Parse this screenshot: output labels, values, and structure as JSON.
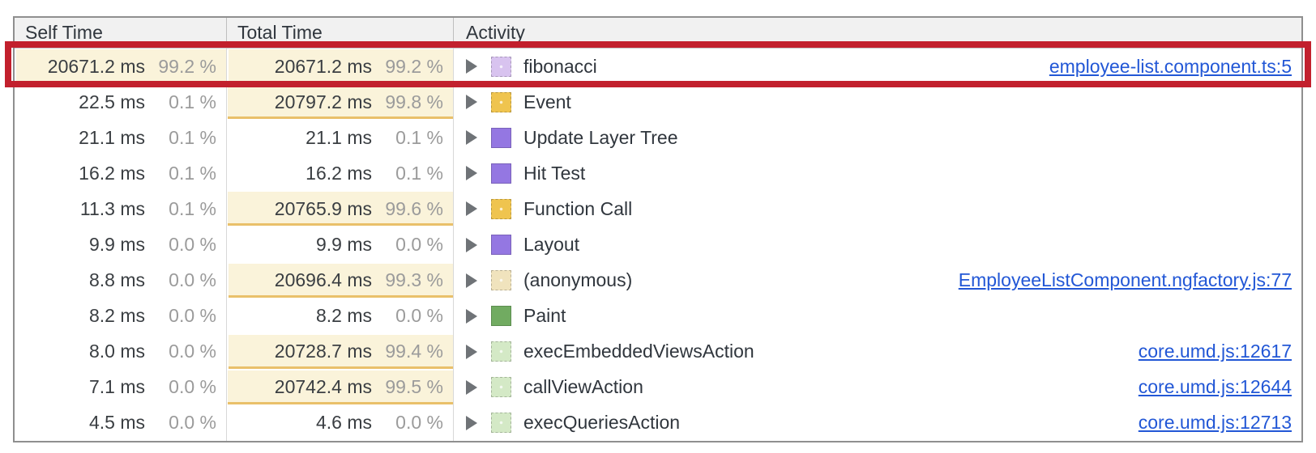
{
  "table": {
    "columns": [
      {
        "label": "Self Time"
      },
      {
        "label": "Total Time"
      },
      {
        "label": "Activity"
      }
    ],
    "rows": [
      {
        "self_ms": "20671.2 ms",
        "self_pct": "99.2 %",
        "self_heavy": true,
        "total_ms": "20671.2 ms",
        "total_pct": "99.2 %",
        "total_heavy": true,
        "activity": "fibonacci",
        "swatch": "js-light-purple",
        "swatch_style": "dotted",
        "link": "employee-list.component.ts:5",
        "highlighted": true
      },
      {
        "self_ms": "22.5 ms",
        "self_pct": "0.1 %",
        "self_heavy": false,
        "total_ms": "20797.2 ms",
        "total_pct": "99.8 %",
        "total_heavy": true,
        "activity": "Event",
        "swatch": "scripting-yellow",
        "swatch_style": "dotted",
        "link": null
      },
      {
        "self_ms": "21.1 ms",
        "self_pct": "0.1 %",
        "self_heavy": false,
        "total_ms": "21.1 ms",
        "total_pct": "0.1 %",
        "total_heavy": false,
        "activity": "Update Layer Tree",
        "swatch": "rendering-purple",
        "swatch_style": "solid",
        "link": null
      },
      {
        "self_ms": "16.2 ms",
        "self_pct": "0.1 %",
        "self_heavy": false,
        "total_ms": "16.2 ms",
        "total_pct": "0.1 %",
        "total_heavy": false,
        "activity": "Hit Test",
        "swatch": "rendering-purple",
        "swatch_style": "solid",
        "link": null
      },
      {
        "self_ms": "11.3 ms",
        "self_pct": "0.1 %",
        "self_heavy": false,
        "total_ms": "20765.9 ms",
        "total_pct": "99.6 %",
        "total_heavy": true,
        "activity": "Function Call",
        "swatch": "scripting-yellow",
        "swatch_style": "dotted",
        "link": null
      },
      {
        "self_ms": "9.9 ms",
        "self_pct": "0.0 %",
        "self_heavy": false,
        "total_ms": "9.9 ms",
        "total_pct": "0.0 %",
        "total_heavy": false,
        "activity": "Layout",
        "swatch": "rendering-purple",
        "swatch_style": "solid",
        "link": null
      },
      {
        "self_ms": "8.8 ms",
        "self_pct": "0.0 %",
        "self_heavy": false,
        "total_ms": "20696.4 ms",
        "total_pct": "99.3 %",
        "total_heavy": true,
        "activity": "(anonymous)",
        "swatch": "anonymous-cream",
        "swatch_style": "dotted",
        "link": "EmployeeListComponent.ngfactory.js:77"
      },
      {
        "self_ms": "8.2 ms",
        "self_pct": "0.0 %",
        "self_heavy": false,
        "total_ms": "8.2 ms",
        "total_pct": "0.0 %",
        "total_heavy": false,
        "activity": "Paint",
        "swatch": "painting-green",
        "swatch_style": "solid",
        "link": null
      },
      {
        "self_ms": "8.0 ms",
        "self_pct": "0.0 %",
        "self_heavy": false,
        "total_ms": "20728.7 ms",
        "total_pct": "99.4 %",
        "total_heavy": true,
        "activity": "execEmbeddedViewsAction",
        "swatch": "system-light-green",
        "swatch_style": "dotted",
        "link": "core.umd.js:12617"
      },
      {
        "self_ms": "7.1 ms",
        "self_pct": "0.0 %",
        "self_heavy": false,
        "total_ms": "20742.4 ms",
        "total_pct": "99.5 %",
        "total_heavy": true,
        "activity": "callViewAction",
        "swatch": "system-light-green",
        "swatch_style": "dotted",
        "link": "core.umd.js:12644"
      },
      {
        "self_ms": "4.5 ms",
        "self_pct": "0.0 %",
        "self_heavy": false,
        "total_ms": "4.6 ms",
        "total_pct": "0.0 %",
        "total_heavy": false,
        "activity": "execQueriesAction",
        "swatch": "system-light-green",
        "swatch_style": "dotted",
        "link": "core.umd.js:12713"
      }
    ]
  },
  "colors": {
    "annotation_red": "#c2202d",
    "heavy_cell_bg": "#faf3da",
    "heavy_cell_underline": "#e9c06a",
    "link_blue": "#2257d6",
    "swatches": {
      "js-light-purple": "#d8c3ef",
      "scripting-yellow": "#efc44f",
      "rendering-purple": "#9477e2",
      "anonymous-cream": "#f0e3bd",
      "painting-green": "#71ab61",
      "system-light-green": "#d4e9c6"
    }
  },
  "annotation": {
    "type": "red-highlight-box",
    "row_index": 0
  }
}
